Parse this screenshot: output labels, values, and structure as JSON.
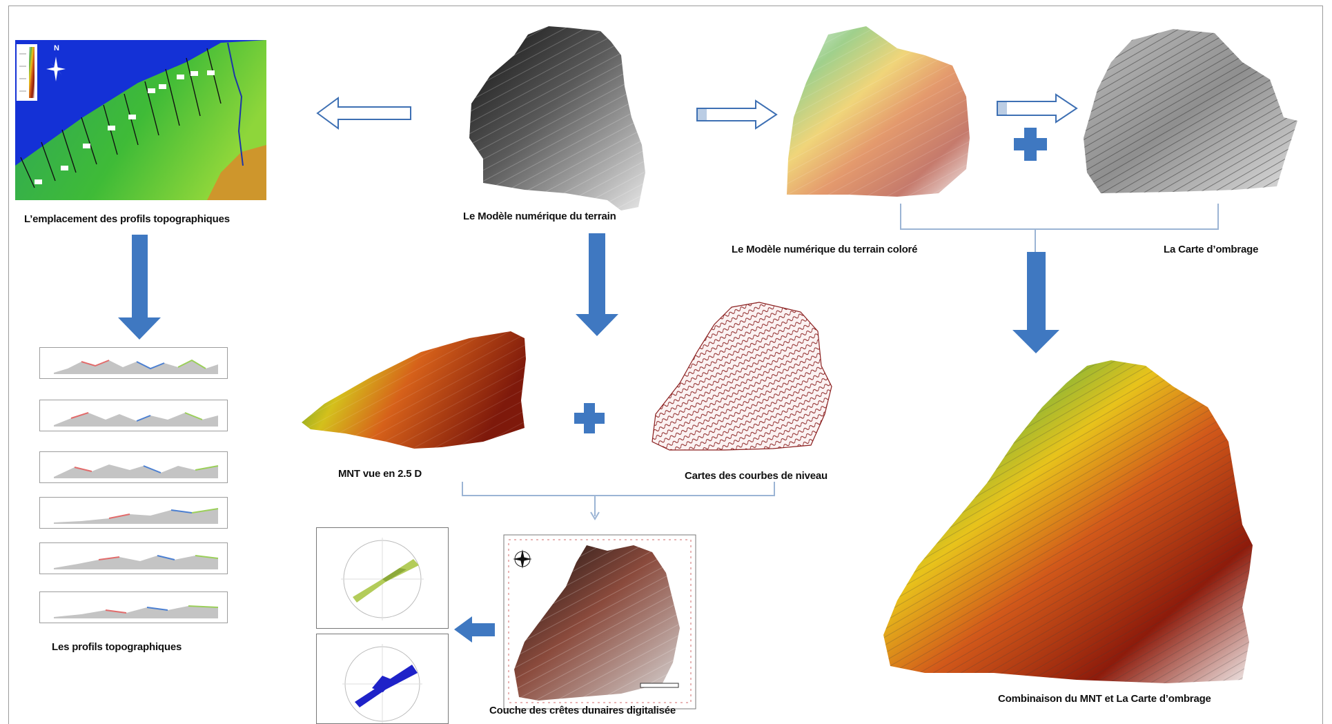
{
  "labels": {
    "profiles_location": "L’emplacement des profils topographiques",
    "dem": "Le Modèle numérique  du terrain",
    "colored_dem": "Le Modèle numérique  du terrain coloré",
    "hillshade": "La Carte d’ombrage",
    "dem_25d": "MNT vue en 2.5 D",
    "contours": "Cartes des courbes de niveau",
    "topo_profiles": "Les profils topographiques",
    "dune_crests": "Couche des crêtes dunaires digitalisée",
    "combination": "Combinaison du MNT et La Carte d’ombrage"
  },
  "location_map": {
    "north_letter": "N"
  },
  "colors": {
    "arrow_blue": "#3f78c1",
    "arrow_outline": "#3d6fb3",
    "dem_gray_dark": "#1c1c1c",
    "elevation_low": "#2f8f2a",
    "elevation_mid": "#e7c21a",
    "elevation_high": "#8d1b0b",
    "water_blue": "#1431d6",
    "contour_red": "#8a1f1f"
  },
  "icons": [
    "hollow-arrow-left-icon",
    "hollow-arrow-right-icon",
    "block-arrow-down-icon",
    "block-arrow-left-icon",
    "plus-icon",
    "compass-rose-icon"
  ]
}
